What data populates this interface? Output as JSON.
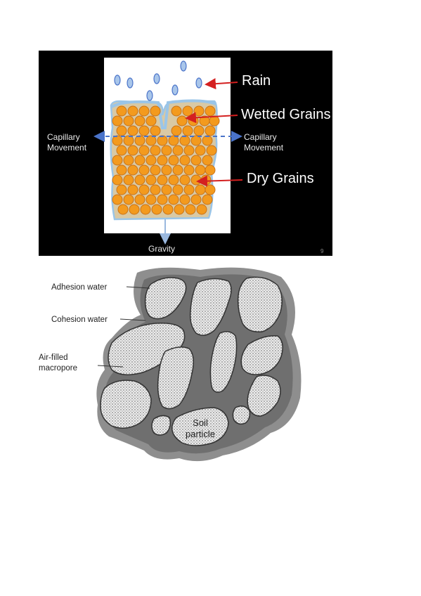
{
  "top_diagram": {
    "rain_label": "Rain",
    "wetted_label": "Wetted Grains",
    "dry_label": "Dry Grains",
    "capillary_left": [
      "Capillary",
      "Movement"
    ],
    "capillary_right": [
      "Capillary",
      "Movement"
    ],
    "gravity_label": "Gravity",
    "page_number": "9",
    "colors": {
      "background": "#000000",
      "grain": "#f39a1e",
      "grain_outline": "#c8731a",
      "arrow_red": "#d42020",
      "capillary_arrow": "#4a73c9",
      "water": "#9ac5e8",
      "soil": "#d9c9a4"
    }
  },
  "bottom_diagram": {
    "adhesion_label": "Adhesion water",
    "cohesion_label": "Cohesion water",
    "macropore_label": [
      "Air-filled",
      "macropore"
    ],
    "soil_particle_label": [
      "Soil",
      "particle"
    ]
  }
}
